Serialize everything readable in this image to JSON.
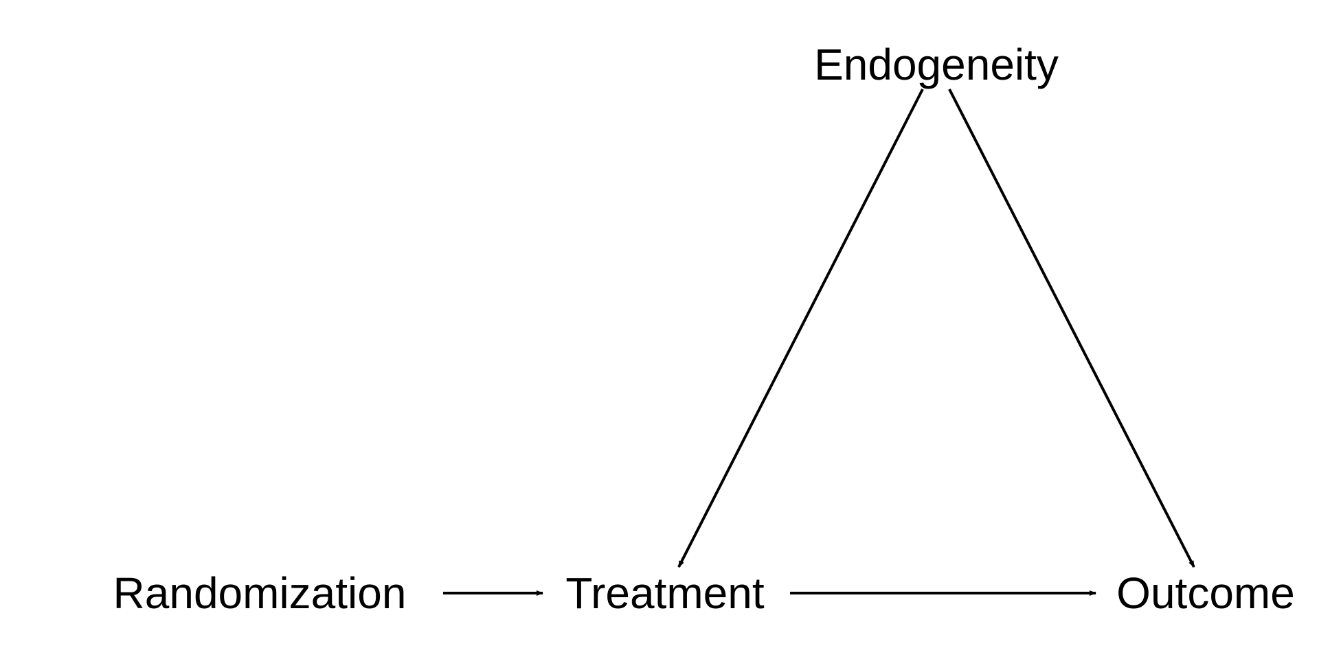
{
  "nodes": {
    "endogeneity": "Endogeneity",
    "randomization": "Randomization",
    "treatment": "Treatment",
    "outcome": "Outcome"
  },
  "edges": [
    {
      "from": "Randomization",
      "to": "Treatment"
    },
    {
      "from": "Treatment",
      "to": "Outcome"
    },
    {
      "from": "Endogeneity",
      "to": "Treatment"
    },
    {
      "from": "Endogeneity",
      "to": "Outcome"
    }
  ],
  "colors": {
    "line": "#000000",
    "background": "#ffffff"
  }
}
